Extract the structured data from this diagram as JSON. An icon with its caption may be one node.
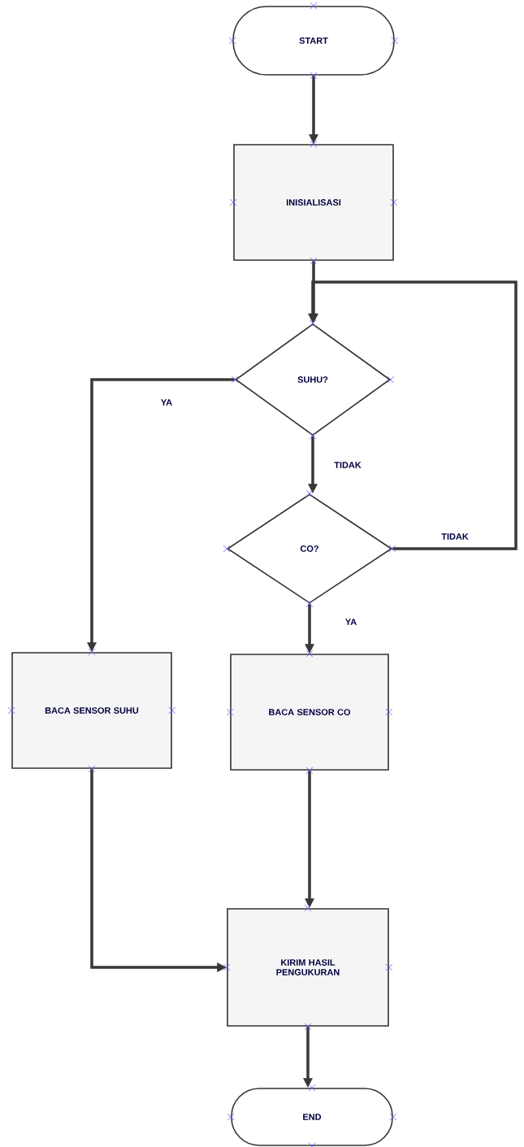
{
  "diagram": {
    "nodes": [
      {
        "text": [
          "START"
        ]
      },
      {
        "text": [
          "INISIALISASI"
        ]
      },
      {
        "text": [
          "SUHU?"
        ]
      },
      {
        "text": [
          "CO?"
        ]
      },
      {
        "text": [
          "BACA SENSOR SUHU"
        ]
      },
      {
        "text": [
          "BACA SENSOR CO"
        ]
      },
      {
        "text": [
          "KIRIM HASIL PENGUKURAN"
        ]
      },
      {
        "text": [
          "END"
        ]
      }
    ],
    "edges": [
      {
        "from": 0,
        "to": 1,
        "arrow": "to"
      },
      {
        "from": 1,
        "to": 2,
        "arrow": "to"
      },
      {
        "from": 2,
        "to": 4,
        "arrow": "to",
        "label": "YA"
      },
      {
        "from": 2,
        "to": 3,
        "arrow": "to",
        "label": "TIDAK"
      },
      {
        "from": 3,
        "to": 5,
        "arrow": "to",
        "label": "YA"
      },
      {
        "from": 3,
        "to": 2,
        "arrow": "to",
        "label": "TIDAK"
      },
      {
        "from": 4,
        "to": 6,
        "arrow": "to"
      },
      {
        "from": 5,
        "to": 6,
        "arrow": "to"
      },
      {
        "from": 6,
        "to": 7,
        "arrow": "to"
      }
    ]
  }
}
